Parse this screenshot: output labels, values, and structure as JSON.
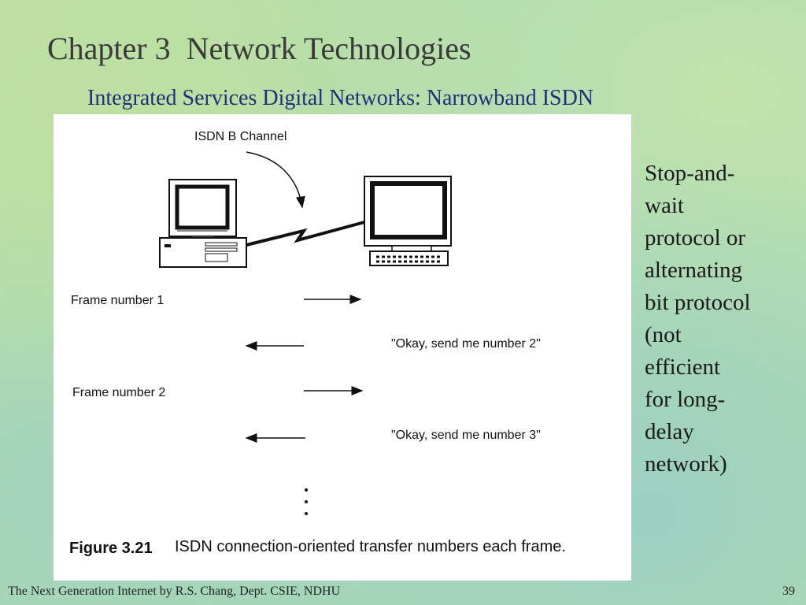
{
  "slide": {
    "title": "Chapter 3  Network Technologies",
    "subtitle": "Integrated Services Digital Networks: Narrowband ISDN"
  },
  "figure": {
    "channel_label": "ISDN B Channel",
    "messages": [
      {
        "label": "Frame number 1",
        "direction": "right"
      },
      {
        "label": "\"Okay, send me number 2\"",
        "direction": "left"
      },
      {
        "label": "Frame number 2",
        "direction": "right"
      },
      {
        "label": "\"Okay, send me number 3\"",
        "direction": "left"
      }
    ],
    "caption_label": "Figure 3.21",
    "caption_text": "ISDN connection-oriented transfer numbers each frame.",
    "icons": [
      "desktop-computer-icon",
      "terminal-computer-icon",
      "lightning-link-icon"
    ]
  },
  "side_note": {
    "lines": [
      "Stop-and-",
      "wait",
      "protocol or",
      "alternating",
      "bit protocol",
      "(not",
      "efficient",
      "for long-",
      "delay",
      "network)"
    ]
  },
  "footer": {
    "credit": "The Next Generation Internet by R.S. Chang, Dept. CSIE, NDHU",
    "page_number": "39"
  },
  "colors": {
    "title": "#3a3a3a",
    "subtitle": "#1f2f7a",
    "figure_background": "#ffffff"
  }
}
